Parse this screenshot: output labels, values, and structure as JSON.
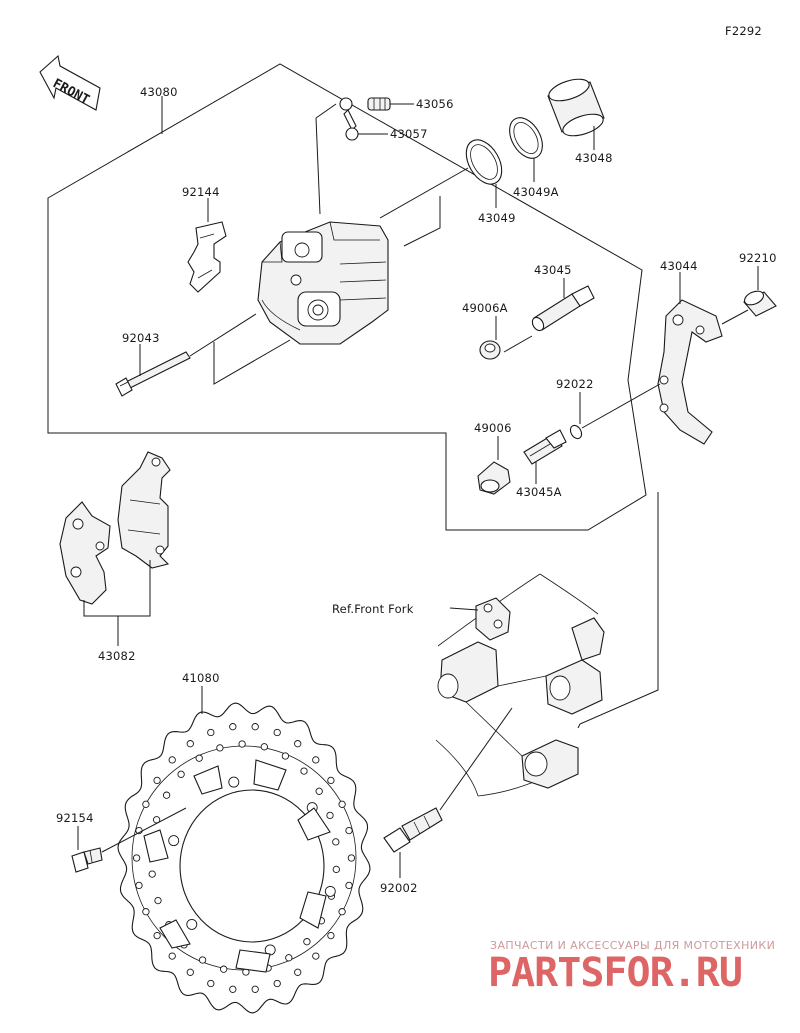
{
  "diagram_code": "F2292",
  "front_label": "FRONT",
  "ref_label": "Ref.Front Fork",
  "parts": {
    "p43080": "43080",
    "p43056": "43056",
    "p43057": "43057",
    "p43048": "43048",
    "p43049A": "43049A",
    "p43049": "43049",
    "p92144": "92144",
    "p43045": "43045",
    "p43044": "43044",
    "p92210": "92210",
    "p49006A": "49006A",
    "p92043": "92043",
    "p92022": "92022",
    "p49006": "49006",
    "p43045A": "43045A",
    "p43082": "43082",
    "p41080": "41080",
    "p92154": "92154",
    "p92002": "92002"
  },
  "watermark": {
    "tagline": "ЗАПЧАСТИ И АКСЕССУАРЫ ДЛЯ МОТОТЕХНИКИ",
    "brand": "PARTSFOR.RU"
  }
}
